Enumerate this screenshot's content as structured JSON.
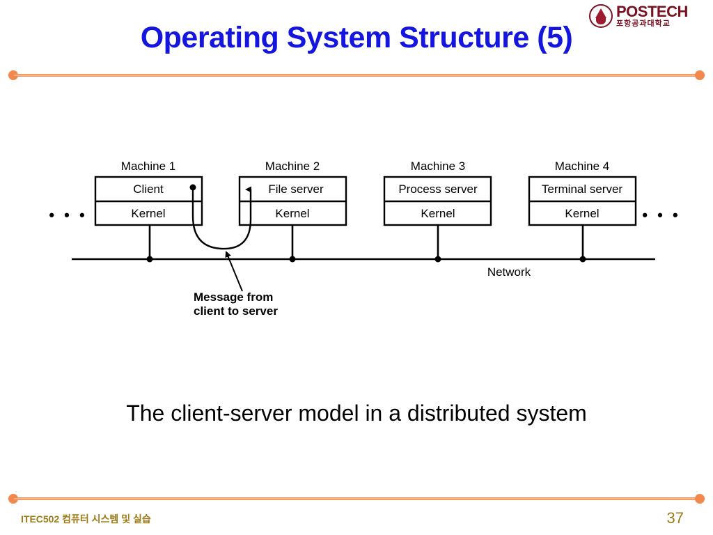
{
  "slide": {
    "title": "Operating System Structure (5)",
    "title_color": "#1515E0",
    "caption": "The client-server model in a distributed system",
    "accent_color": "#F3884C",
    "footer": {
      "course": "ITEC502 컴퓨터 시스템 및 실습",
      "page_number": "37",
      "color": "#9A7B16"
    }
  },
  "logo": {
    "name": "POSTECH",
    "subtitle": "포항공과대학교",
    "color": "#7a1020"
  },
  "figure": {
    "ellipsis_left": "• • •",
    "ellipsis_right": "• • •",
    "network_label": "Network",
    "annotation_line1": "Message from",
    "annotation_line2": "client to server",
    "machines": [
      {
        "title": "Machine 1",
        "top_layer": "Client",
        "bottom_layer": "Kernel"
      },
      {
        "title": "Machine 2",
        "top_layer": "File server",
        "bottom_layer": "Kernel"
      },
      {
        "title": "Machine 3",
        "top_layer": "Process server",
        "bottom_layer": "Kernel"
      },
      {
        "title": "Machine 4",
        "top_layer": "Terminal server",
        "bottom_layer": "Kernel"
      }
    ]
  }
}
